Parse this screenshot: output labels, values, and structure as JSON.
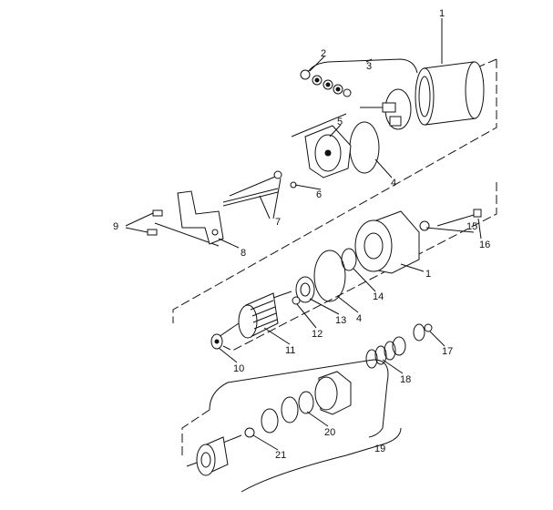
{
  "callouts": [
    "1",
    "2",
    "3",
    "5",
    "4",
    "6",
    "7",
    "9",
    "8",
    "15",
    "16",
    "1",
    "14",
    "4",
    "13",
    "12",
    "11",
    "10",
    "17",
    "18",
    "20",
    "19",
    "21"
  ]
}
